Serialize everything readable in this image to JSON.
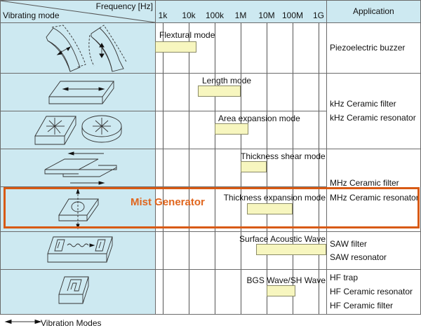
{
  "header": {
    "frequency_label": "Frequency [Hz]",
    "vibrating_mode_label": "Vibrating mode",
    "application_label": "Application",
    "ticks": [
      "1k",
      "10k",
      "100k",
      "1M",
      "10M",
      "100M",
      "1G"
    ]
  },
  "colors": {
    "header_bg": "#cde9f1",
    "mode_column_bg": "#cde9f1",
    "bar_fill": "#f7f6bf",
    "highlight": "#d85a14",
    "highlight_text": "#e0661e"
  },
  "rows": [
    {
      "mode": "Flextural mode",
      "illustration": "flexural-bending-icon",
      "freq_log10_range": [
        2.7,
        4.3
      ],
      "applications": [
        "Piezoelectric buzzer"
      ]
    },
    {
      "mode": "Length mode",
      "illustration": "length-plate-icon",
      "freq_log10_range": [
        4.35,
        6.0
      ],
      "applications": []
    },
    {
      "mode": "Area expansion mode",
      "illustration": "area-expansion-icon",
      "freq_log10_range": [
        5.0,
        6.3
      ],
      "applications": [
        "kHz Ceramic filter",
        "kHz Ceramic resonator"
      ]
    },
    {
      "mode": "Thickness shear mode",
      "illustration": "thickness-shear-icon",
      "freq_log10_range": [
        6.0,
        7.0
      ],
      "applications": [
        "MHz Ceramic filter"
      ]
    },
    {
      "mode": "Thickness expansion mode",
      "illustration": "thickness-expansion-icon",
      "freq_log10_range": [
        6.25,
        8.0
      ],
      "applications": [
        "MHz Ceramic resonator"
      ],
      "highlight": "Mist Generator"
    },
    {
      "mode": "Surface Acoustic Wave",
      "illustration": "saw-icon",
      "freq_log10_range": [
        6.6,
        9.3
      ],
      "applications": [
        "SAW filter",
        "SAW resonator"
      ]
    },
    {
      "mode": "BGS Wave/SH Wave",
      "illustration": "bgs-wave-icon",
      "freq_log10_range": [
        7.0,
        8.1
      ],
      "applications": [
        "HF trap",
        "HF Ceramic resonator",
        "HF Ceramic filter"
      ]
    }
  ],
  "legend": {
    "label": "Vibration Modes"
  }
}
